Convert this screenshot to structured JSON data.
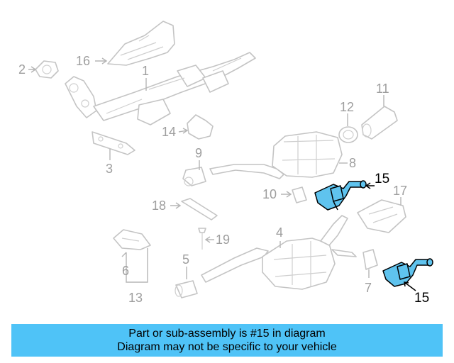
{
  "callouts": {
    "c1": "1",
    "c2": "2",
    "c3": "3",
    "c4": "4",
    "c5": "5",
    "c6": "6",
    "c7": "7",
    "c8": "8",
    "c9": "9",
    "c10": "10",
    "c11": "11",
    "c12": "12",
    "c13": "13",
    "c14": "14",
    "c15a": "15",
    "c15b": "15",
    "c16": "16",
    "c17": "17",
    "c18": "18",
    "c19": "19"
  },
  "highlight": {
    "part_number": "15",
    "color": "#5fc3ee"
  },
  "banner": {
    "line1": "Part or sub-assembly is #15 in diagram",
    "line2": "Diagram may not be specific to your vehicle",
    "background": "#4fc3f7"
  }
}
